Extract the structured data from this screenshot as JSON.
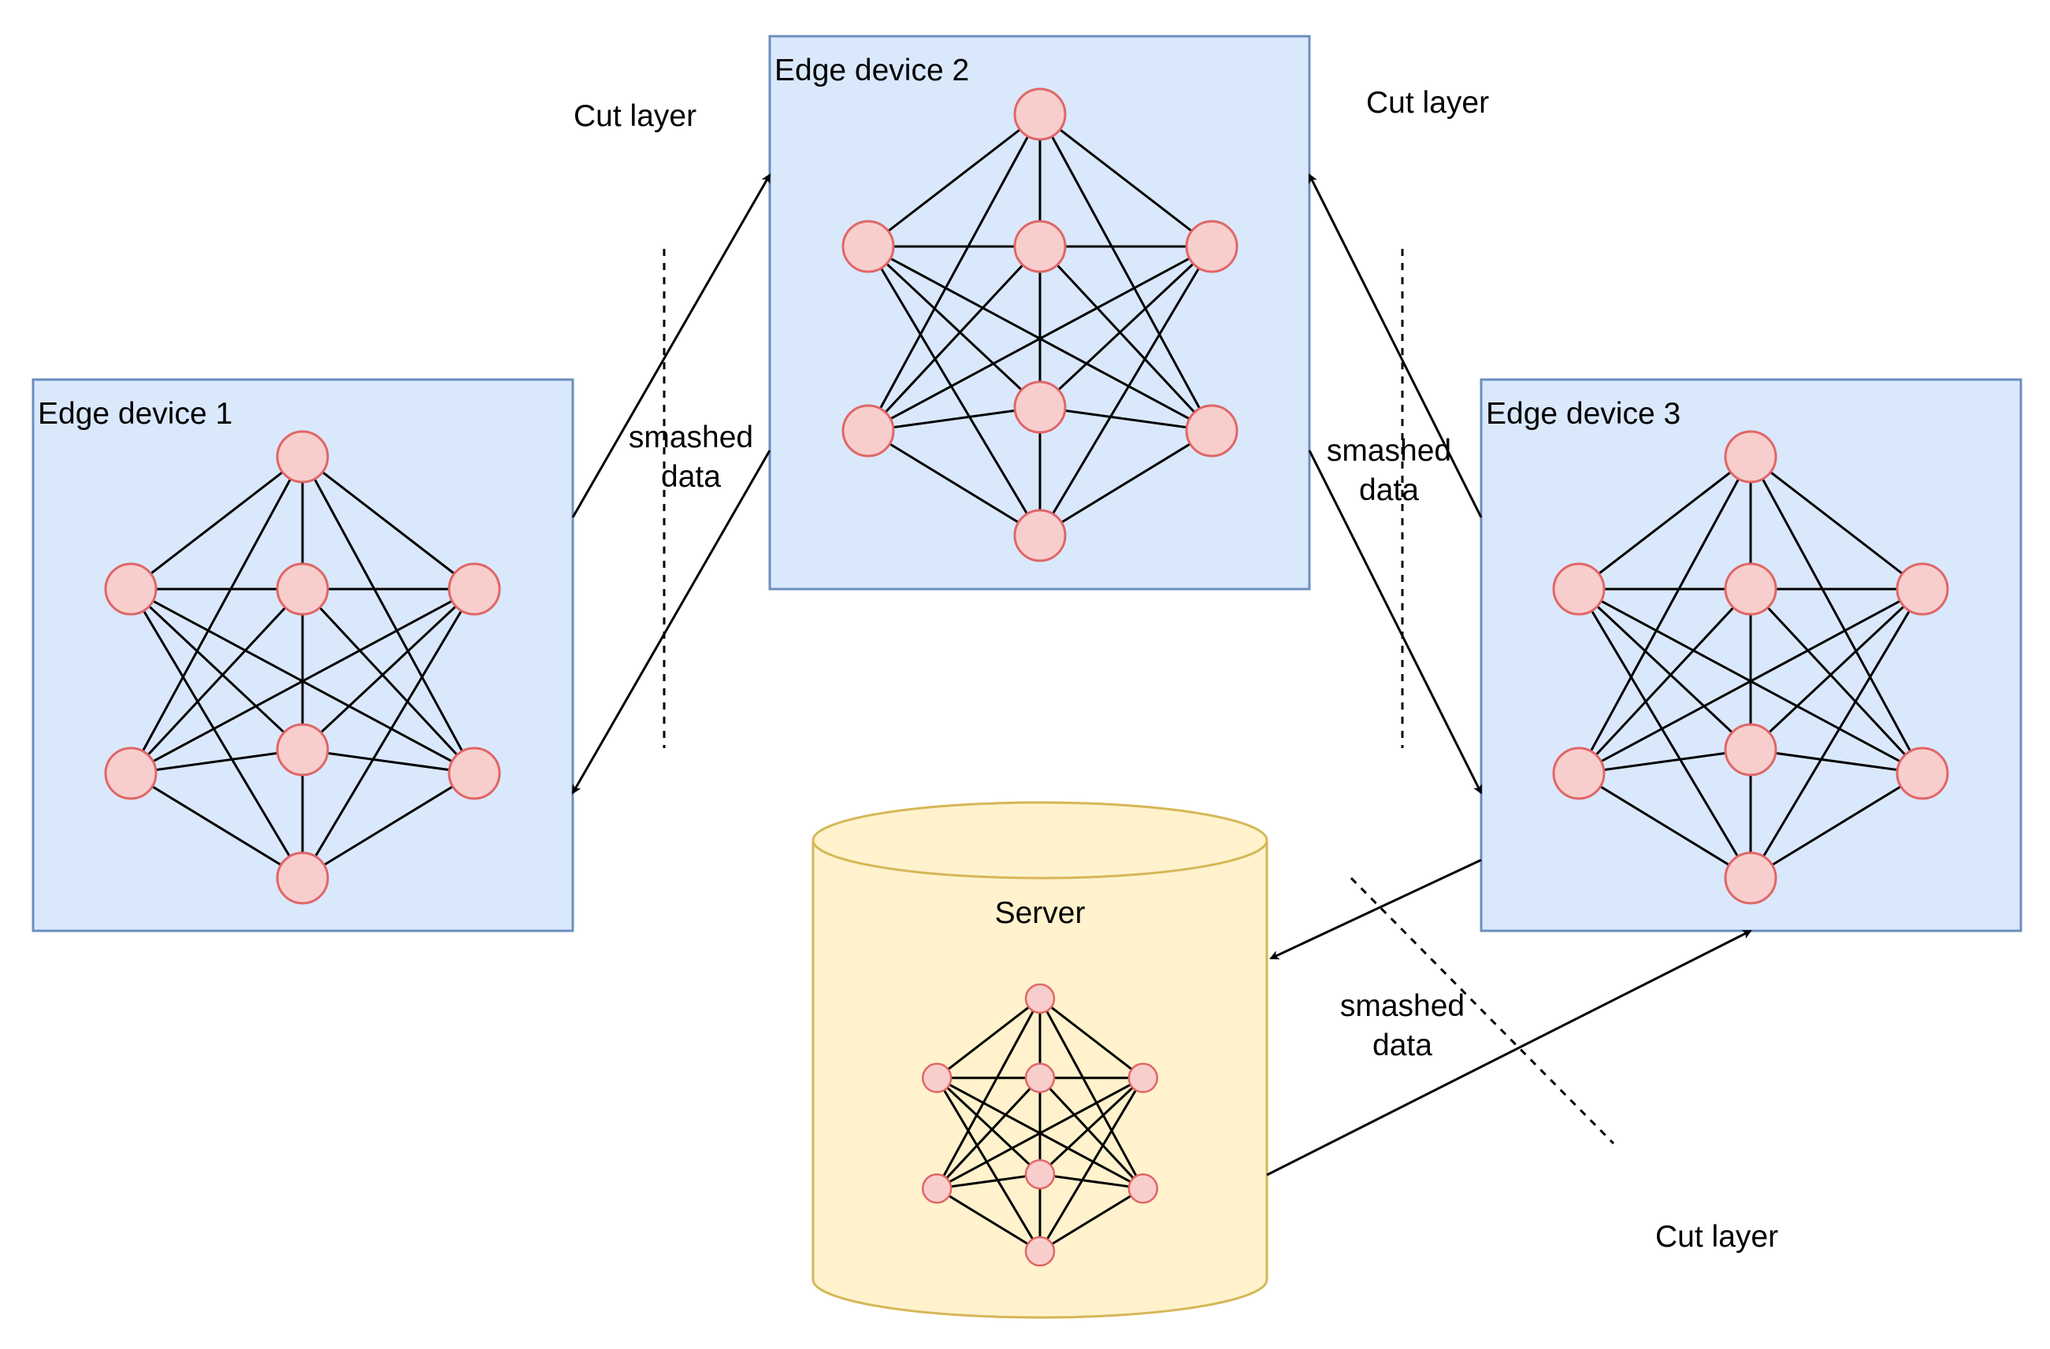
{
  "devices": [
    {
      "id": "edge-device-1",
      "label": "Edge device 1"
    },
    {
      "id": "edge-device-2",
      "label": "Edge device 2"
    },
    {
      "id": "edge-device-3",
      "label": "Edge device 3"
    }
  ],
  "server": {
    "label": "Server"
  },
  "annotations": {
    "cut_layer_1": "Cut layer",
    "cut_layer_2": "Cut layer",
    "cut_layer_3": "Cut layer",
    "smashed_data_1": [
      "smashed",
      "data"
    ],
    "smashed_data_2": [
      "smashed",
      "data"
    ],
    "smashed_data_3": [
      "smashed",
      "data"
    ]
  },
  "colors": {
    "device_fill": "#dae8fc",
    "device_border": "#6c8ebf",
    "node_fill": "#f8cecc",
    "node_border": "#e06666",
    "server_fill": "#fff2cc",
    "server_border": "#d6b656"
  }
}
